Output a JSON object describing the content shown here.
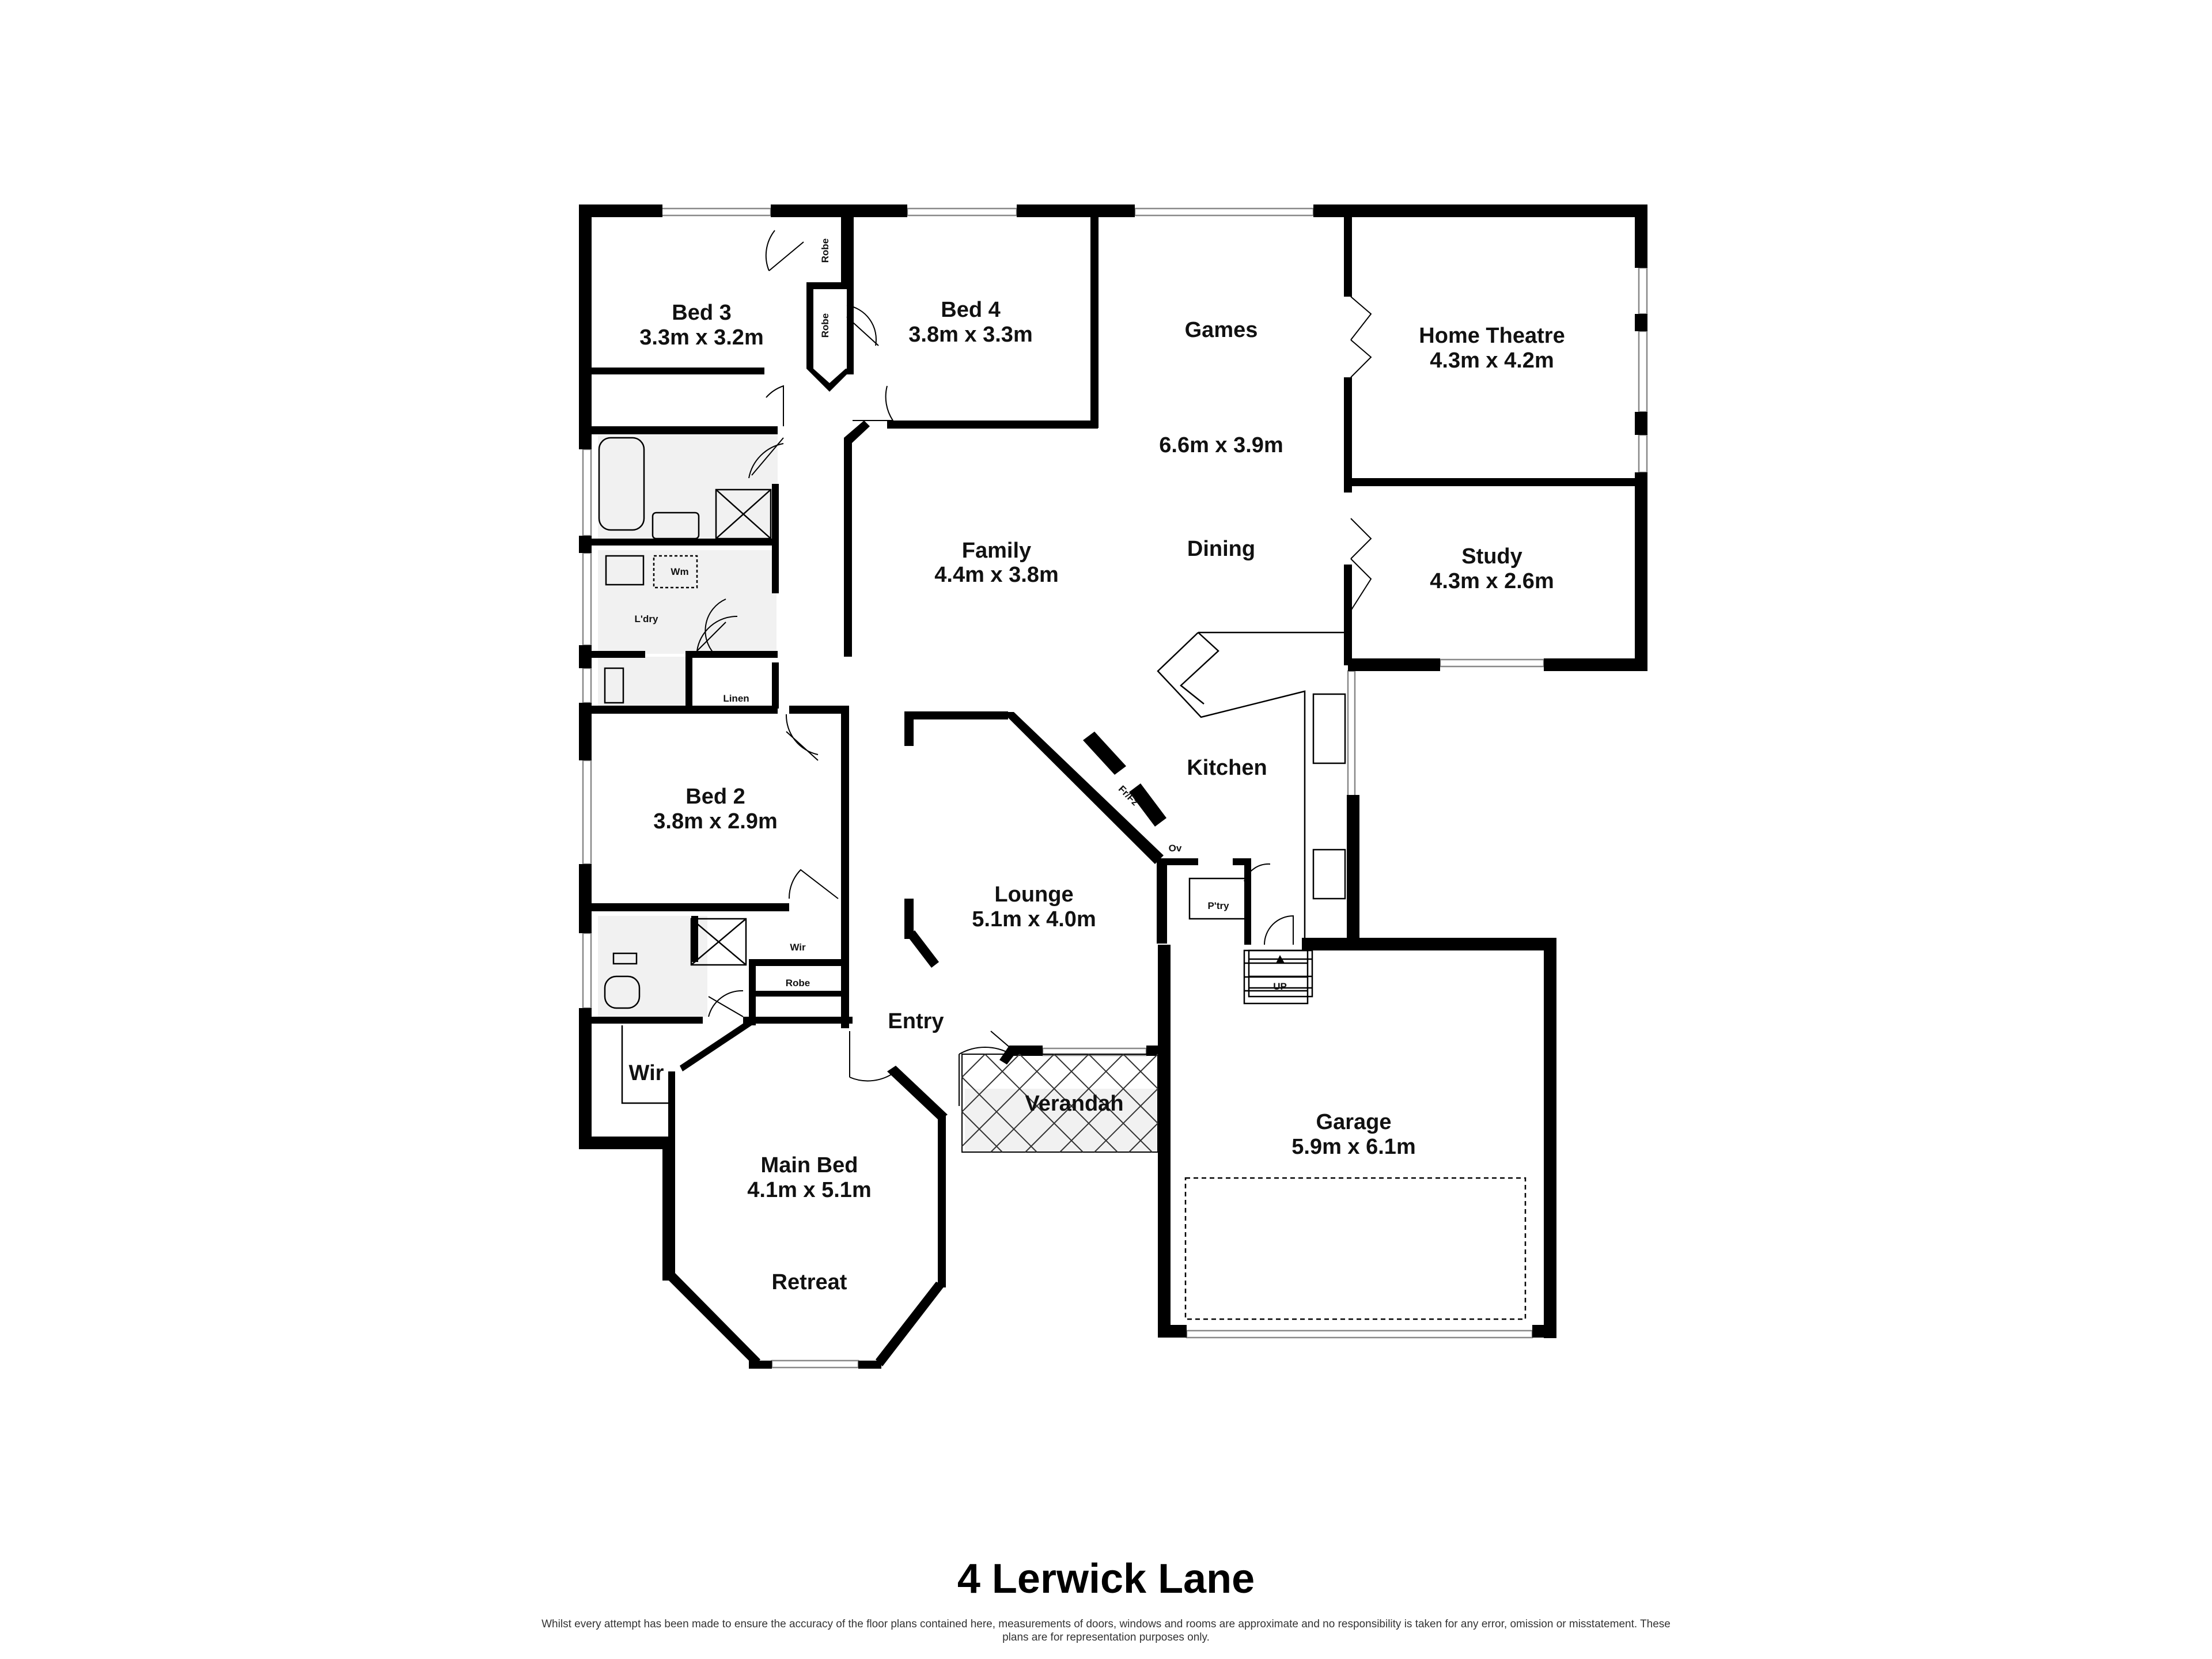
{
  "plan": {
    "title": "4 Lerwick Lane",
    "disclaimer": "Whilst every attempt has been made to ensure the accuracy of the floor plans contained here, measurements of doors, windows and rooms are approximate and no responsibility is taken for any error, omission or misstatement. These plans are for representation purposes only.",
    "rooms": [
      {
        "id": "bed3",
        "name": "Bed 3",
        "size": "3.3m x 3.2m"
      },
      {
        "id": "bed4",
        "name": "Bed 4",
        "size": "3.8m x 3.3m"
      },
      {
        "id": "games",
        "name": "Games",
        "size": "6.6m x 3.9m"
      },
      {
        "id": "hometheatre",
        "name": "Home Theatre",
        "size": "4.3m x 4.2m"
      },
      {
        "id": "family",
        "name": "Family",
        "size": "4.4m x 3.8m"
      },
      {
        "id": "dining",
        "name": "Dining",
        "size": ""
      },
      {
        "id": "study",
        "name": "Study",
        "size": "4.3m x 2.6m"
      },
      {
        "id": "kitchen",
        "name": "Kitchen",
        "size": ""
      },
      {
        "id": "bed2",
        "name": "Bed 2",
        "size": "3.8m x 2.9m"
      },
      {
        "id": "lounge",
        "name": "Lounge",
        "size": "5.1m x 4.0m"
      },
      {
        "id": "entry",
        "name": "Entry",
        "size": ""
      },
      {
        "id": "verandah",
        "name": "Verandah",
        "size": ""
      },
      {
        "id": "garage",
        "name": "Garage",
        "size": "5.9m x 6.1m"
      },
      {
        "id": "mainbed",
        "name": "Main Bed",
        "size": "4.1m x 5.1m"
      },
      {
        "id": "retreat",
        "name": "Retreat",
        "size": ""
      },
      {
        "id": "wir_main",
        "name": "Wir",
        "size": ""
      }
    ],
    "fixtures": {
      "robe_bed3": "Robe",
      "robe_bed4": "Robe",
      "ldry": "L'dry",
      "wm": "Wm",
      "linen": "Linen",
      "wir_bed2": "Wir",
      "robe_bed2": "Robe",
      "frfz": "Fr/Fz",
      "ov": "Ov",
      "ptry": "P'try",
      "up": "UP"
    }
  }
}
